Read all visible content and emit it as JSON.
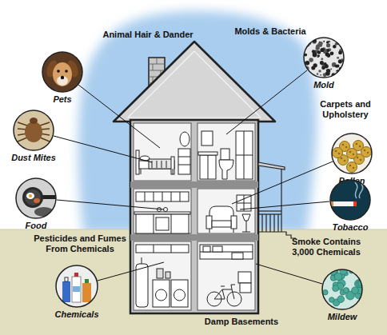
{
  "diagram": {
    "nodes": [
      {
        "text": [
          "Pets"
        ]
      },
      {
        "text": [
          "Mold"
        ]
      },
      {
        "text": [
          "Dust Mites"
        ]
      },
      {
        "text": [
          "Pollen"
        ]
      },
      {
        "text": [
          "Food"
        ]
      },
      {
        "text": [
          "Tobacco"
        ]
      },
      {
        "text": [
          "Chemicals"
        ]
      },
      {
        "text": [
          "Mildew"
        ]
      }
    ],
    "labels": [
      "Animal Hair & Dander",
      "Molds & Bacteria",
      "Carpets and Upholstery",
      "Pesticides and Fumes From Chemicals",
      "Smoke Contains 3,000 Chemicals",
      "Damp Basements"
    ]
  }
}
